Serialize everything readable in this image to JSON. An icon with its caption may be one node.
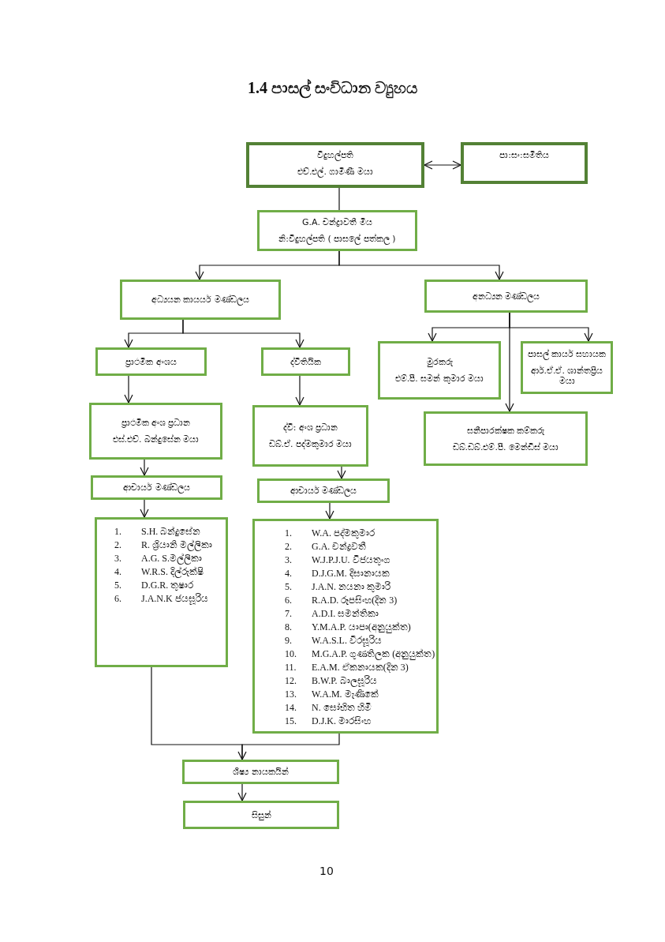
{
  "diagram": {
    "title": "1.4 පාසල් සංවිධාන ව්‍යුහය",
    "nodes": [
      {
        "text": [
          "විදුහල්පති",
          "එච්.එල්. ගාමිණී මයා"
        ]
      },
      {
        "text": [
          "පා:සං:සමිතිය"
        ]
      },
      {
        "text": [
          "G.A. චන්ද්‍රාවතී මිය",
          "නි:විදුහල්පති ( පාසලේ පත්කල )"
        ]
      },
      {
        "text": [
          "අධ්‍යයන කායර්ය මණ්ඩලය"
        ]
      },
      {
        "text": [
          "අනධ්‍යන මණ්ඩලය"
        ]
      },
      {
        "text": [
          "ප්‍රාථමික අංශය"
        ]
      },
      {
        "text": [
          "ද්විතියික"
        ]
      },
      {
        "text": [
          "මුරකරු",
          "එම්.පී. සමන් කුමාර මයා"
        ]
      },
      {
        "text": [
          "පාසල් කායර් සහායක",
          "ආර්.ඒ.ඒ. ශාන්තප්‍රිය මයා"
        ]
      },
      {
        "text": [
          "ප්‍රාථමික අංශ ප්‍රධාන",
          "එස්.එච්. බන්දුසේන මයා"
        ]
      },
      {
        "text": [
          "ද්වි: අංශ ප්‍රධාන",
          "ඩබ්.ඒ. පද්මකුමාර මයා"
        ]
      },
      {
        "text": [
          "සනීපාරක්ෂක කම්කරු",
          "ඩබ්.ඩබ්.එම්.පී. මෙන්ඩිස් මයා"
        ]
      },
      {
        "text": [
          "ආචායර් මණ්ඩලය"
        ]
      },
      {
        "text": [
          "ආචායර් මණ්ඩලය"
        ]
      },
      {
        "text": [
          "1.",
          "S.H. බන්දුසේන",
          "2.",
          "R. ශ්‍රියානි මල්ලිකා",
          "3.",
          "A.G. S.මල්ලිකා",
          "4.",
          "W.R.S. දිල්රුක්ෂි",
          "5.",
          "D.G.R. තුෂාර",
          "6.",
          "J.A.N.K ජයසූරිය"
        ]
      },
      {
        "text": [
          "1.",
          "W.A. පද්මකුමාර",
          "2.",
          "G.A. චන්ද්‍රවතී",
          "3.",
          "W.J.P.J.U. විජයතුංග",
          "4.",
          "D.J.G.M. දිසානායක",
          "5.",
          "J.A.N. නයනා කුමාරි",
          "6.",
          "R.A.D. රූපසිංහ(දින 3)",
          "7.",
          "A.D.I. සමන්තිකා",
          "8.",
          "Y.M.A.P. යාපා(අනුයුක්ත)",
          "9.",
          "W.A.S.L. වීරසූරිය",
          "10.",
          "M.G.A.P. ගුණතිලක (අනුයුක්ත)",
          "11.",
          "E.A.M. ඒකනායක(දින 3)",
          "12.",
          "B.W.P. බාලසූරිය",
          "13.",
          "W.A.M. මැණිකේ",
          "14.",
          "N. සෝභිත හිමි",
          "15.",
          "D.J.K. මාරසිංහ"
        ]
      },
      {
        "text": [
          "ශිෂ්‍ය නායකයින්"
        ]
      },
      {
        "text": [
          "සිසුන්"
        ]
      }
    ],
    "edges": [
      {
        "from": 0,
        "to": 1,
        "arrow": "both"
      },
      {
        "from": 0,
        "to": 2,
        "arrow": "none"
      },
      {
        "from": 2,
        "to": 3,
        "arrow": "to"
      },
      {
        "from": 2,
        "to": 4,
        "arrow": "to"
      },
      {
        "from": 3,
        "to": 5,
        "arrow": "to"
      },
      {
        "from": 3,
        "to": 6,
        "arrow": "to"
      },
      {
        "from": 4,
        "to": 7,
        "arrow": "to"
      },
      {
        "from": 4,
        "to": 8,
        "arrow": "to"
      },
      {
        "from": 4,
        "to": 11,
        "arrow": "to"
      },
      {
        "from": 5,
        "to": 9,
        "arrow": "to"
      },
      {
        "from": 6,
        "to": 10,
        "arrow": "to"
      },
      {
        "from": 9,
        "to": 12,
        "arrow": "to"
      },
      {
        "from": 10,
        "to": 13,
        "arrow": "to"
      },
      {
        "from": 12,
        "to": 14,
        "arrow": "to"
      },
      {
        "from": 13,
        "to": 15,
        "arrow": "to"
      },
      {
        "from": 14,
        "to": 16,
        "arrow": "none"
      },
      {
        "from": 15,
        "to": 16,
        "arrow": "to"
      },
      {
        "from": 16,
        "to": 17,
        "arrow": "to"
      }
    ],
    "labels": [
      "10"
    ]
  }
}
